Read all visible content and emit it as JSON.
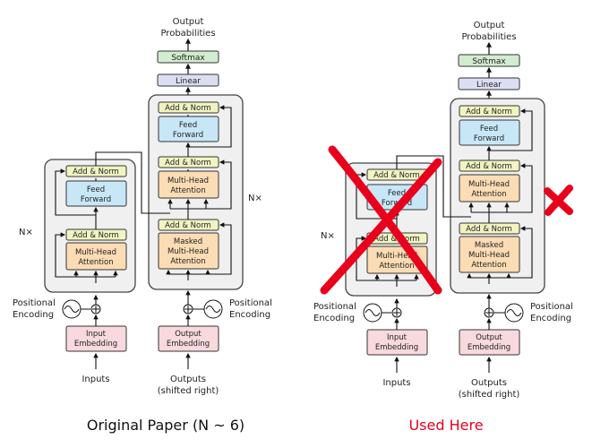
{
  "left_panel": {
    "output_title_line1": "Output",
    "output_title_line2": "Probabilities",
    "softmax": "Softmax",
    "linear": "Linear",
    "nx_encoder": "N×",
    "nx_decoder": "N×",
    "enc_add_norm_top": "Add & Norm",
    "enc_ff_line1": "Feed",
    "enc_ff_line2": "Forward",
    "enc_add_norm_bottom": "Add & Norm",
    "enc_mha_line1": "Multi-Head",
    "enc_mha_line2": "Attention",
    "dec_add_norm_1": "Add & Norm",
    "dec_ff_line1": "Feed",
    "dec_ff_line2": "Forward",
    "dec_add_norm_2": "Add & Norm",
    "dec_mha_line1": "Multi-Head",
    "dec_mha_line2": "Attention",
    "dec_add_norm_3": "Add & Norm",
    "dec_masked_line1": "Masked",
    "dec_masked_line2": "Multi-Head",
    "dec_masked_line3": "Attention",
    "pos_enc_left_line1": "Positional",
    "pos_enc_left_line2": "Encoding",
    "pos_enc_right_line1": "Positional",
    "pos_enc_right_line2": "Encoding",
    "input_emb_line1": "Input",
    "input_emb_line2": "Embedding",
    "output_emb_line1": "Output",
    "output_emb_line2": "Embedding",
    "inputs": "Inputs",
    "outputs_line1": "Outputs",
    "outputs_line2": "(shifted right)"
  },
  "right_panel": {
    "output_title_line1": "Output",
    "output_title_line2": "Probabilities",
    "softmax": "Softmax",
    "linear": "Linear",
    "nx_encoder": "N×",
    "enc_add_norm_top": "Add & Norm",
    "enc_ff_line1": "Feed",
    "enc_ff_line2": "Forward",
    "enc_add_norm_bottom": "Add & Norm",
    "enc_mha_line1": "Multi-Head",
    "enc_mha_line2": "Attention",
    "dec_add_norm_1": "Add & Norm",
    "dec_ff_line1": "Feed",
    "dec_ff_line2": "Forward",
    "dec_add_norm_2": "Add & Norm",
    "dec_mha_line1": "Multi-Head",
    "dec_mha_line2": "Attention",
    "dec_add_norm_3": "Add & Norm",
    "dec_masked_line1": "Masked",
    "dec_masked_line2": "Multi-Head",
    "dec_masked_line3": "Attention",
    "pos_enc_left_line1": "Positional",
    "pos_enc_left_line2": "Encoding",
    "pos_enc_right_line1": "Positional",
    "pos_enc_right_line2": "Encoding",
    "input_emb_line1": "Input",
    "input_emb_line2": "Embedding",
    "output_emb_line1": "Output",
    "output_emb_line2": "Embedding",
    "inputs": "Inputs",
    "outputs_line1": "Outputs",
    "outputs_line2": "(shifted right)"
  },
  "captions": {
    "left": "Original Paper (N ~ 6)",
    "right": "Used Here"
  },
  "colors": {
    "softmax": "#d2ecd0",
    "linear": "#dcdff3",
    "add_norm": "#f1f4c1",
    "feed_forward": "#c7e7f7",
    "attention": "#fbdcb4",
    "embedding": "#f8d9dd",
    "stack_bg": "#f0f0f0",
    "stack_border": "#444444",
    "cross_mark": "#e8001c",
    "caption_right": "#e8001c",
    "caption_left": "#111111"
  }
}
